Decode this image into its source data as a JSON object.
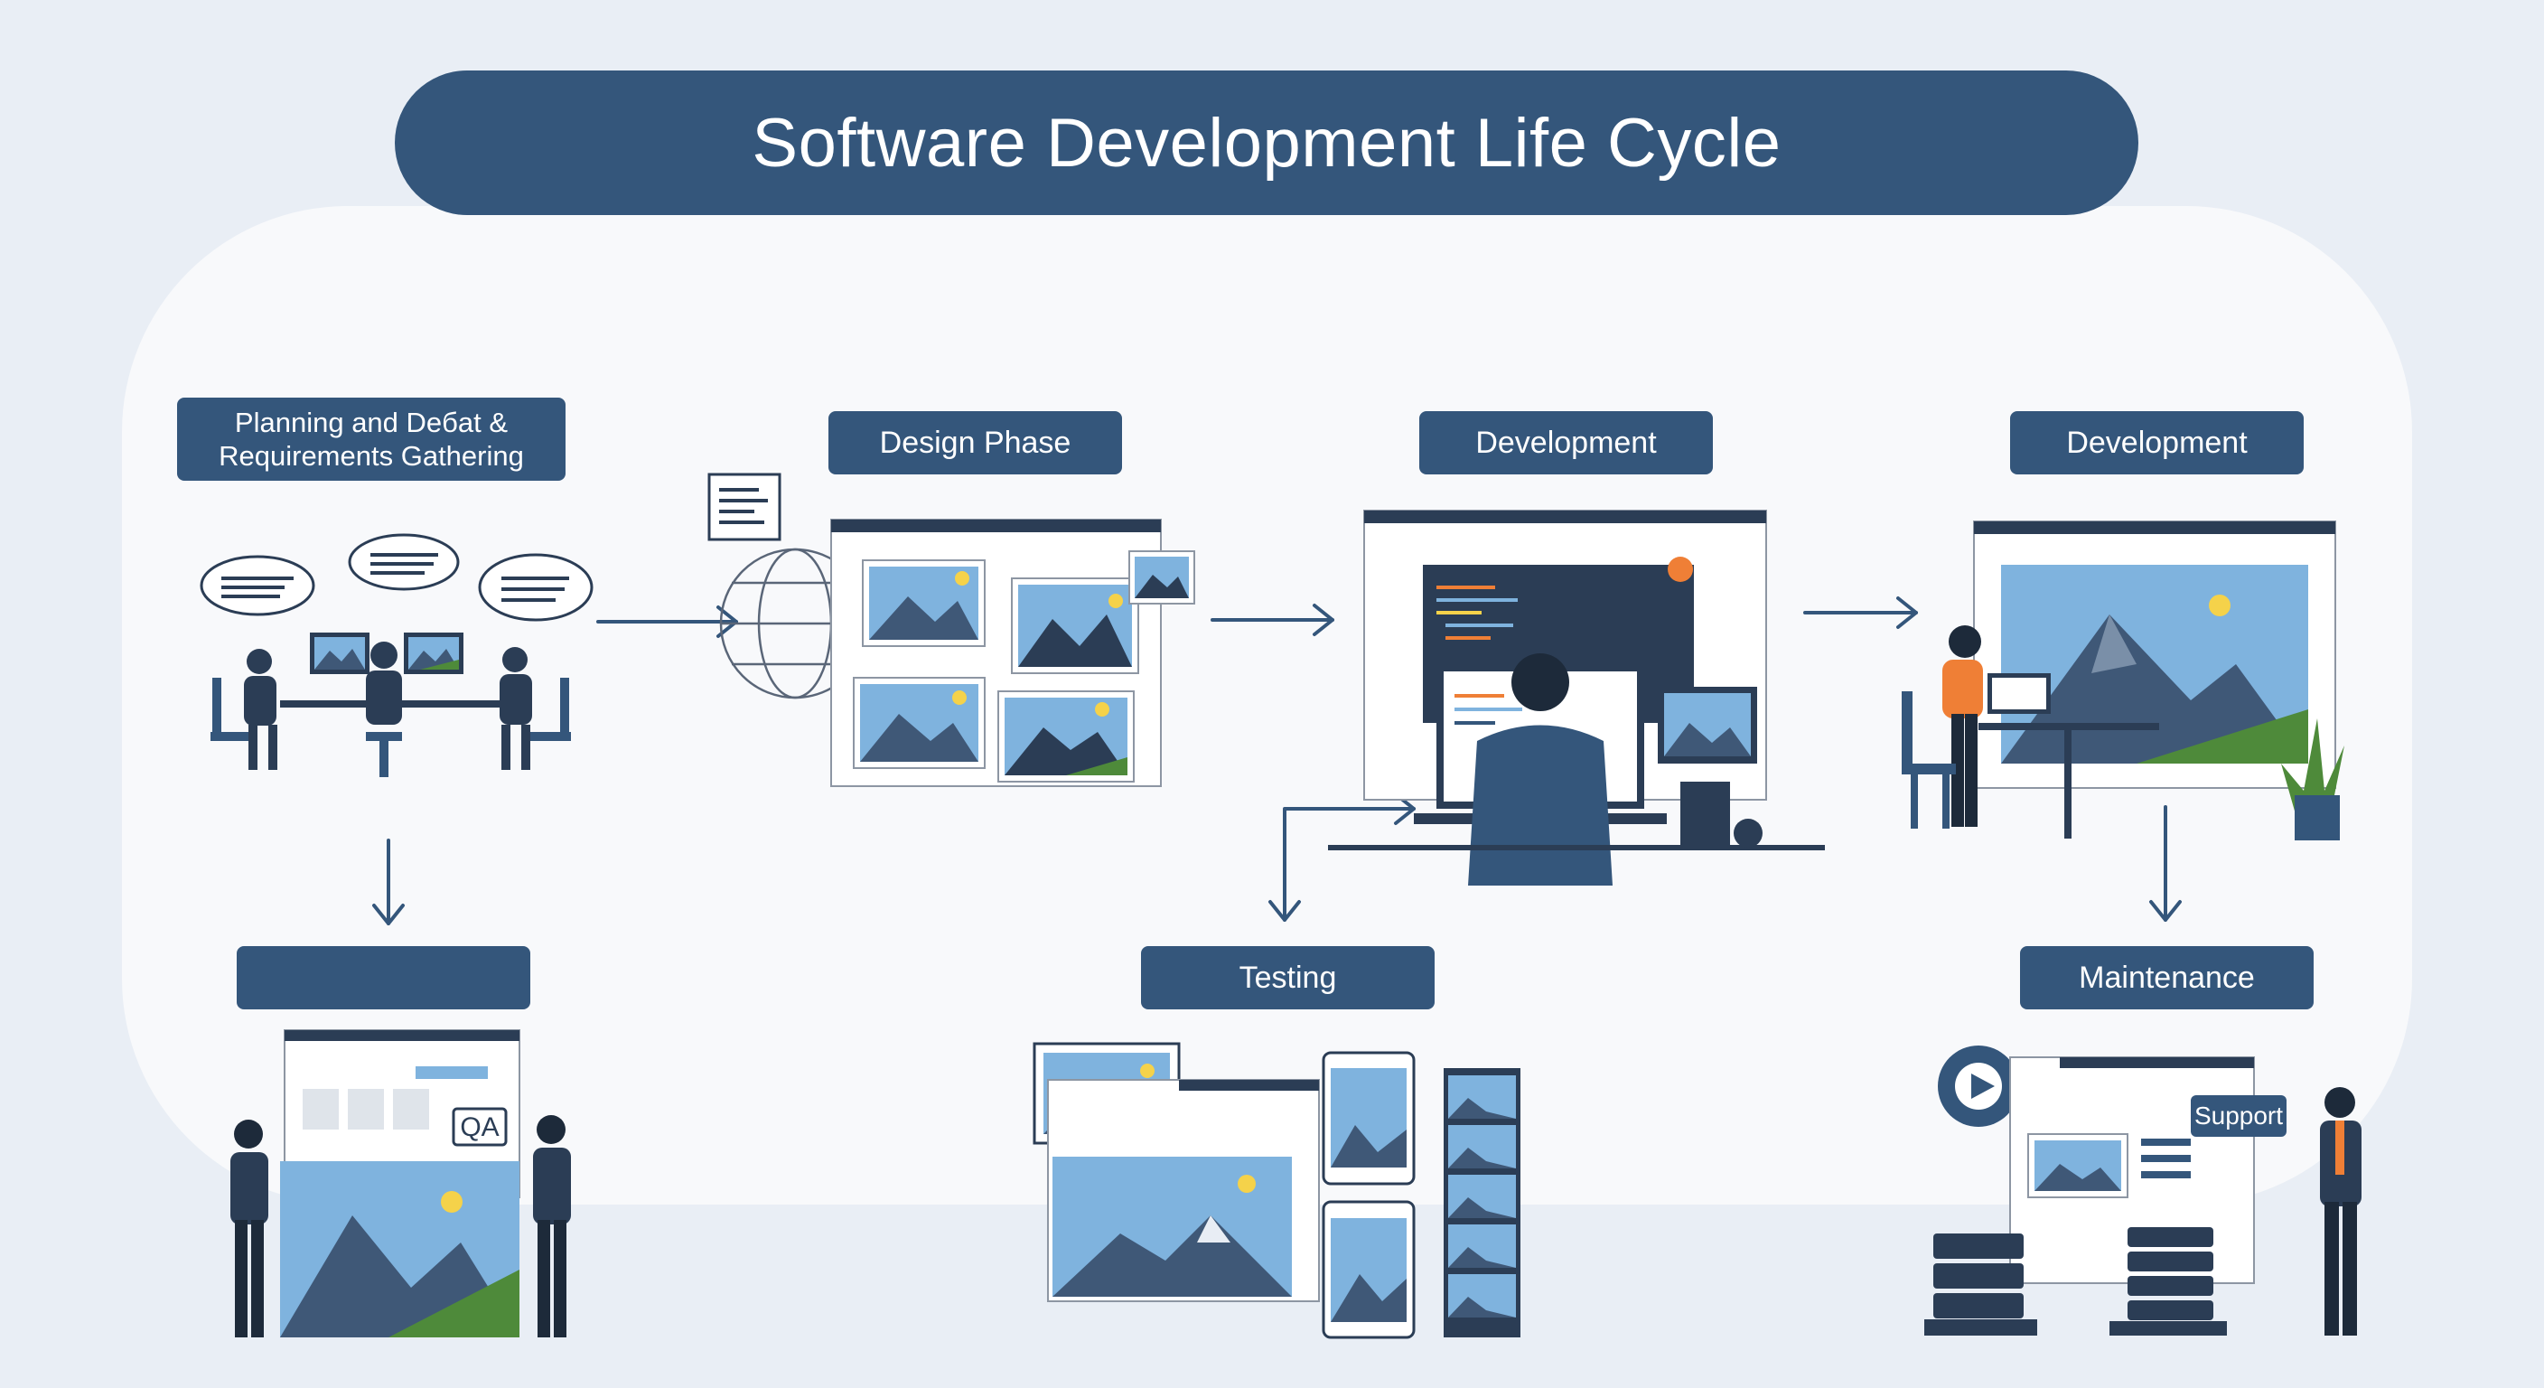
{
  "title": "Software Development Life Cycle",
  "stages": {
    "planning": {
      "line1": "Planning and Deбat &",
      "line2": "Requirements Gathering"
    },
    "design": {
      "label": "Design Phase"
    },
    "development": {
      "label": "Development"
    },
    "development_2": {
      "label": "Development"
    },
    "deployment": {
      "label": ""
    },
    "testing": {
      "label": "Testing"
    },
    "maintenance": {
      "label": "Maintenance"
    }
  },
  "badges": {
    "qa": "QA",
    "support": "Support"
  },
  "colors": {
    "navy": "#34567b",
    "background": "#e9eef5",
    "panel": "#f8f9fb",
    "sky": "#7fb3de",
    "mountain": "#3f5877",
    "grass": "#4e8a3a",
    "sun": "#f5d24a",
    "accent_orange": "#ef7f36"
  }
}
